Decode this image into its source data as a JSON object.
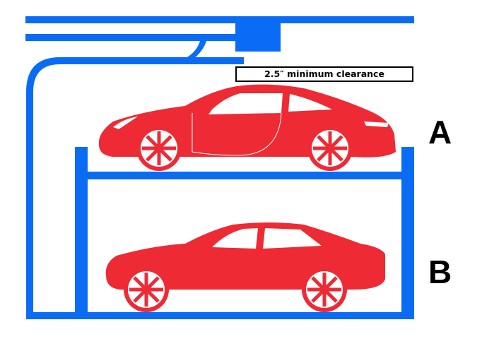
{
  "clearance_label": "2.5″ minimum clearance",
  "levels": [
    {
      "label": "A",
      "car": "coupe"
    },
    {
      "label": "B",
      "car": "sedan"
    }
  ],
  "colors": {
    "structure": "#0a6cf5",
    "car": "#ee2a35",
    "text": "#000000"
  }
}
